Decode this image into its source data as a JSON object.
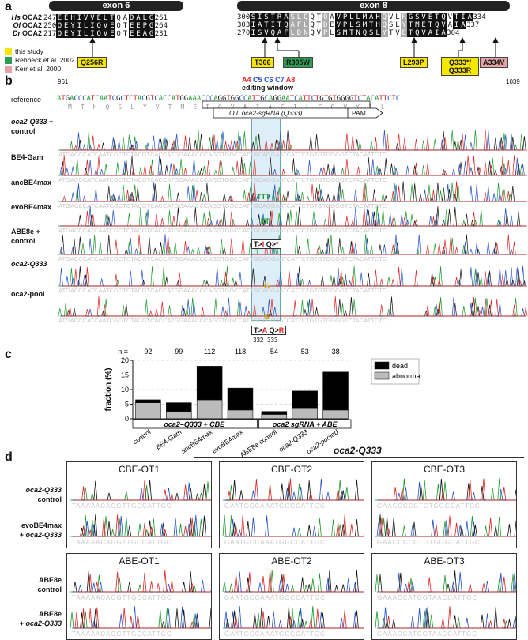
{
  "panel_a": {
    "label": "a",
    "exon6": "exon 6",
    "exon8": "exon 8",
    "rows": [
      {
        "sp": "Hs",
        "gene": "OCA2",
        "s6": "247",
        "seq6": "EEHIVVELTQADALG",
        "e6": "261",
        "s8": "300",
        "seq8": "SISTRASLQQTQAVPLLMAHQVLRGSVETQVTIA",
        "e8": "334"
      },
      {
        "sp": "Ol",
        "gene": "OCA2",
        "s6": "250",
        "seq6": "QEYILIQVEQTEEPG",
        "e6": "264",
        "s8": "303",
        "seq8": "IATITQAFLQTDEVPLSMTHQSLYTMETQVAIA",
        "e8": "337"
      },
      {
        "sp": "Dr",
        "gene": "OCA2",
        "s6": "217",
        "seq6": "QEYILIQVEQTEEAG",
        "e6": "231",
        "s8": "270",
        "seq8": "ISVQAFLDNQVPLSMTNQSLYTVETQVAIA",
        "e8": "304"
      }
    ],
    "legend": [
      "this study",
      "Rebbeck et al. 2002",
      "Kerr et al. 2000"
    ],
    "legend_colors": [
      "#f7e600",
      "#2f9e55",
      "#e6a3a3"
    ],
    "mutations": [
      {
        "text": "Q256R",
        "color": "#f7e600"
      },
      {
        "text": "T306",
        "color": "#f7e600"
      },
      {
        "text": "R305W",
        "color": "#2f9e55"
      },
      {
        "text": "L293P",
        "color": "#f7e600"
      },
      {
        "text": "Q333*/ Q333R",
        "color": "#f7e600"
      },
      {
        "text": "A334V",
        "color": "#e6a3a3"
      }
    ]
  },
  "panel_b": {
    "label": "b",
    "pos_start": "961",
    "pos_end": "1039",
    "window_bases": [
      "A4",
      "C5",
      "C6",
      "C7",
      "A8"
    ],
    "window_title": "editing window",
    "reference_label": "reference",
    "reference_seq": "ATGACCCATCAATCGCTCTACGTCACCATGGAAACCCAGGTGGCCATTGCAGGAATCATTCTGTGTGGGGTCTACATTCTC",
    "aa_seq": "M T H Q S L Y V T M E T Q V A I A G I L C G V Y I L",
    "sgrna_label": "O.l. oca2-sgRNA (Q333)",
    "pam_label": "PAM",
    "trace_labels": [
      "oca2-Q333 + control",
      "BE4-Gam",
      "ancBE4max",
      "evoBE4max",
      "ABE8e + control",
      "oca2-Q333",
      "oca2-pool"
    ],
    "edit_top": "T>I Q>*",
    "edit_bottom": "T>A Q>R",
    "pos_332": "332",
    "pos_333": "333",
    "edit_calls": [
      "TTT",
      "TT",
      "G",
      "G"
    ]
  },
  "chart_data": {
    "type": "bar",
    "title": "",
    "ylabel": "fraction (%)",
    "ylim": [
      0,
      20
    ],
    "yticks": [
      "0",
      "5",
      "10",
      "15",
      "20"
    ],
    "n_label": "n =",
    "categories": [
      "control",
      "BE4-Gam",
      "ancBE4max",
      "evoBE4max",
      "ABE8e control",
      "oca2-Q333",
      "oca2-pooled"
    ],
    "n": [
      "92",
      "99",
      "112",
      "118",
      "54",
      "53",
      "38"
    ],
    "series": [
      {
        "name": "abnormal",
        "values": [
          5.5,
          2.5,
          6.5,
          3.0,
          1.5,
          3.5,
          3.0
        ],
        "color": "#bbbbbb"
      },
      {
        "name": "dead",
        "values": [
          1.0,
          3.0,
          11.5,
          7.5,
          1.0,
          6.0,
          13.0
        ],
        "color": "#000000"
      }
    ],
    "group_labels": [
      "oca2–Q333 + CBE",
      "oca2 sgRNA + ABE"
    ],
    "legend": "top-right"
  },
  "panel_c": {
    "label": "c"
  },
  "panel_d": {
    "label": "d",
    "title": "oca2-Q333",
    "cbe_boxes": [
      "CBE-OT1",
      "CBE-OT2",
      "CBE-OT3"
    ],
    "abe_boxes": [
      "ABE-OT1",
      "ABE-OT2",
      "ABE-OT3"
    ],
    "row_labels": [
      "oca2-Q333 control",
      "evoBE4max + oca2-Q333",
      "ABE8e control",
      "ABE8e + oca2-Q333"
    ],
    "seqs_cbe": [
      "TAAAAACAGGTTGCCATTGC",
      "GAATGCCAAATGGCCATTGC",
      "GAACCCCCTGTGGGCATTGC"
    ],
    "seqs_abe": [
      "TAAAAACAGGTTGCCATTGC",
      "GAATGCCAAATGGCCATTGC",
      "GAAACCATGGTAACCATTGC"
    ]
  }
}
